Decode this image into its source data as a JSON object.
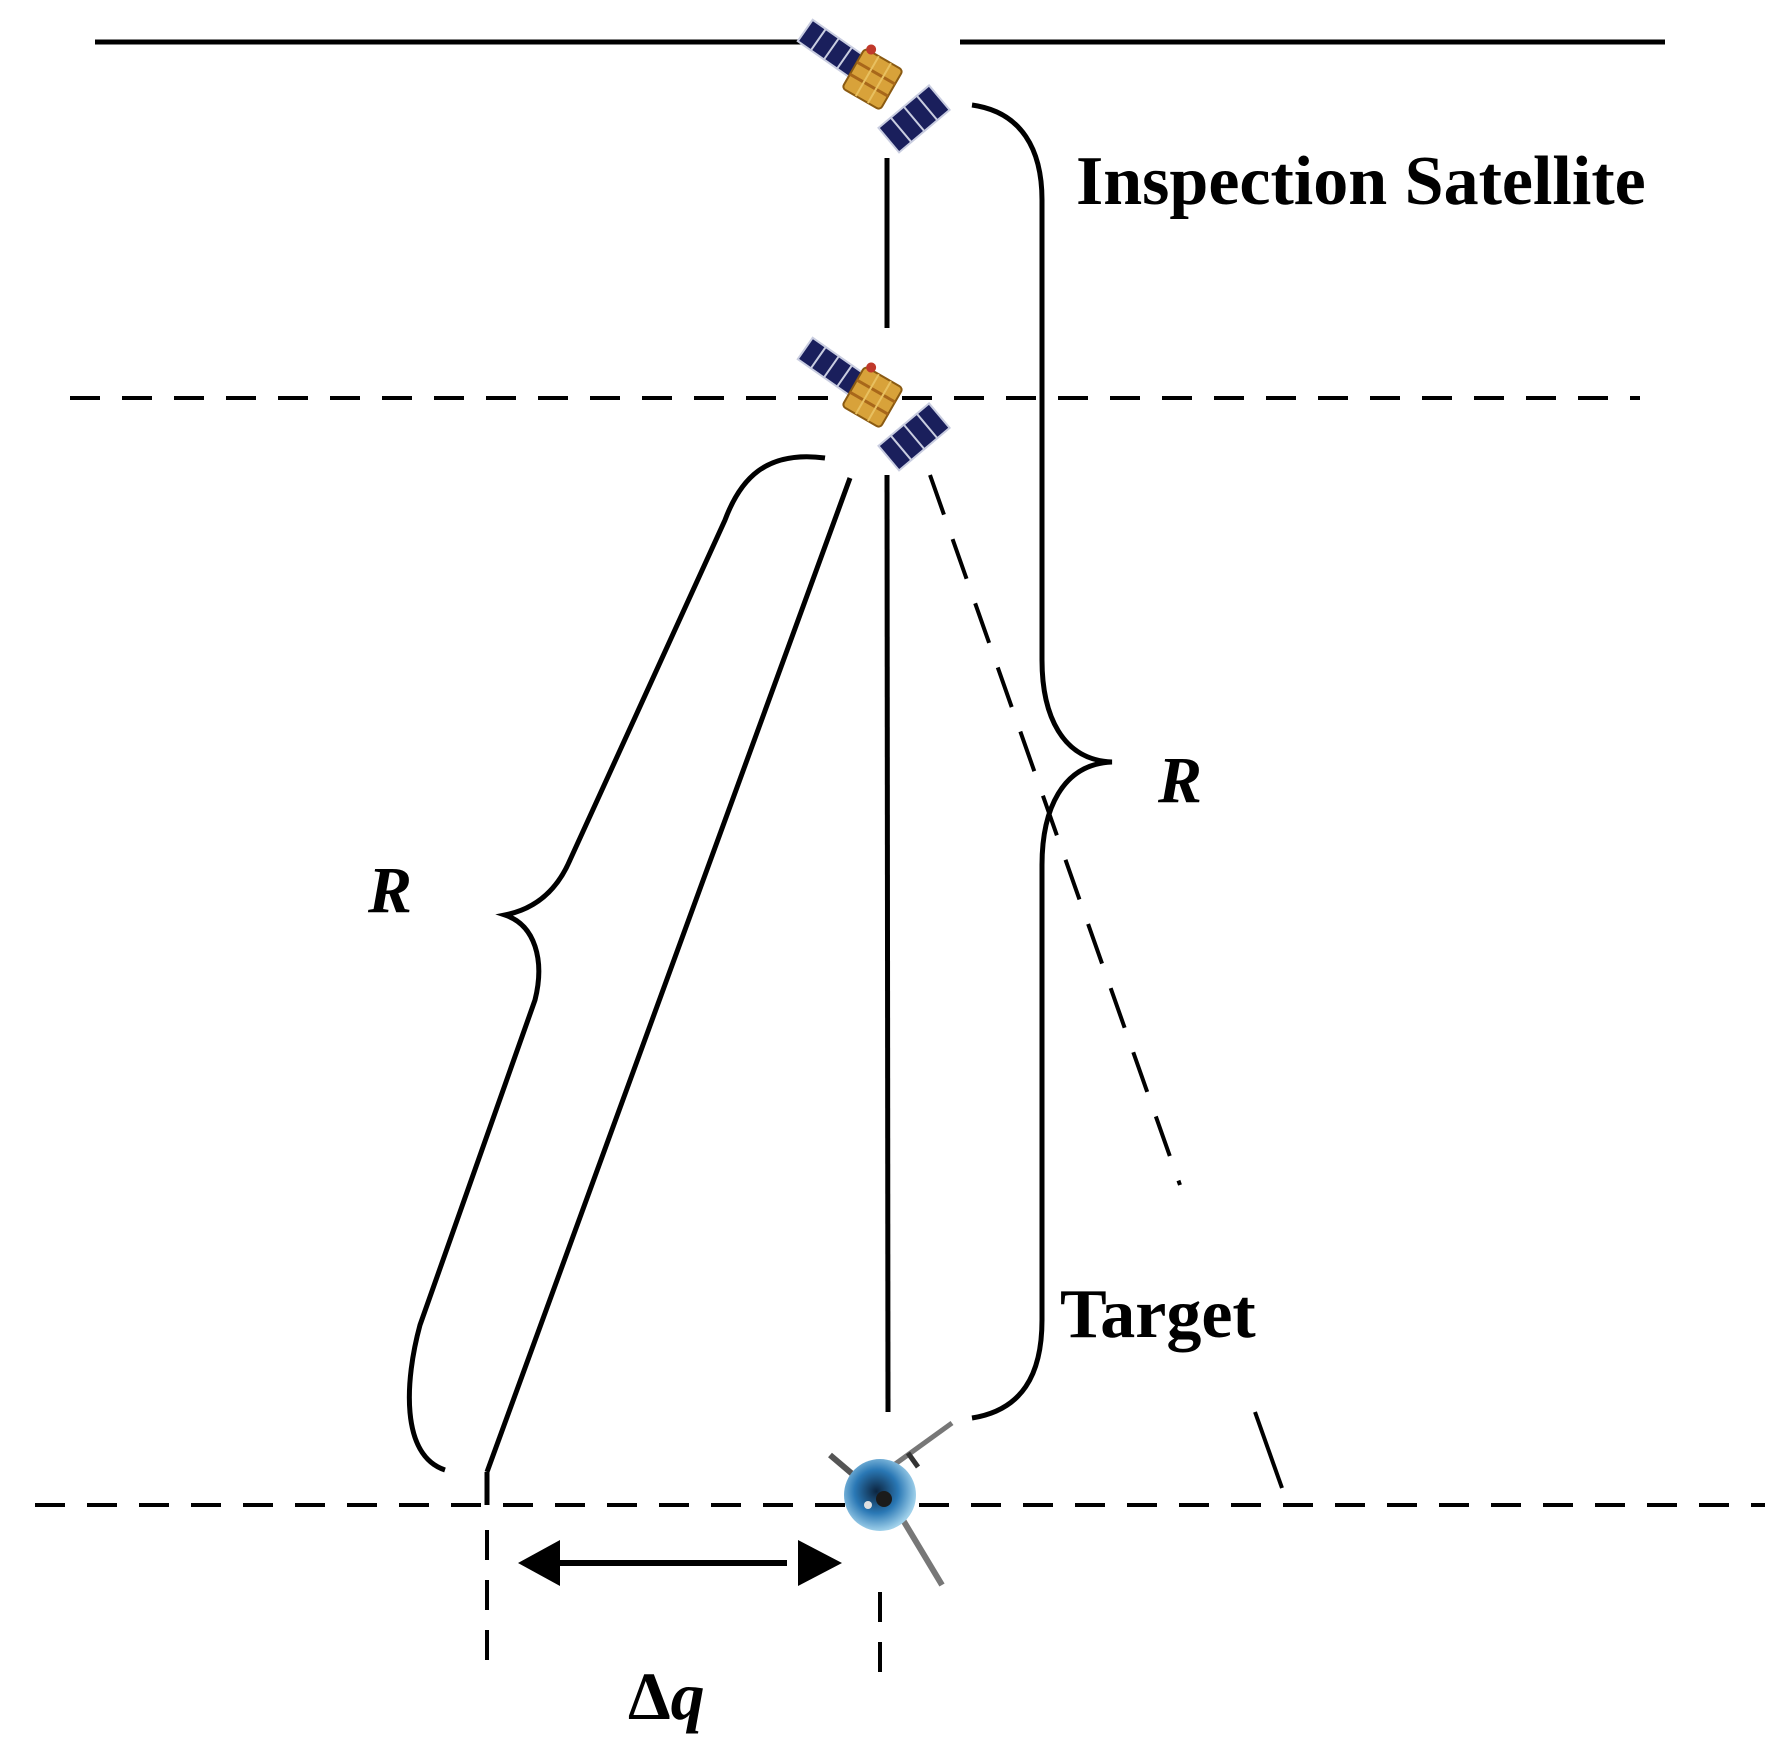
{
  "labels": {
    "inspection_satellite": "Inspection Satellite",
    "target": "Target",
    "r_right": "R",
    "r_left": "R",
    "delta_symbol": "Δ",
    "delta_var": "q"
  },
  "colors": {
    "line": "#000000",
    "panel": "#1a1f5c",
    "body_gold": "#d8a23a",
    "target_blue": "#2a78b5"
  },
  "icons": {
    "satellite": "satellite-icon",
    "target": "target-spacecraft-icon"
  }
}
